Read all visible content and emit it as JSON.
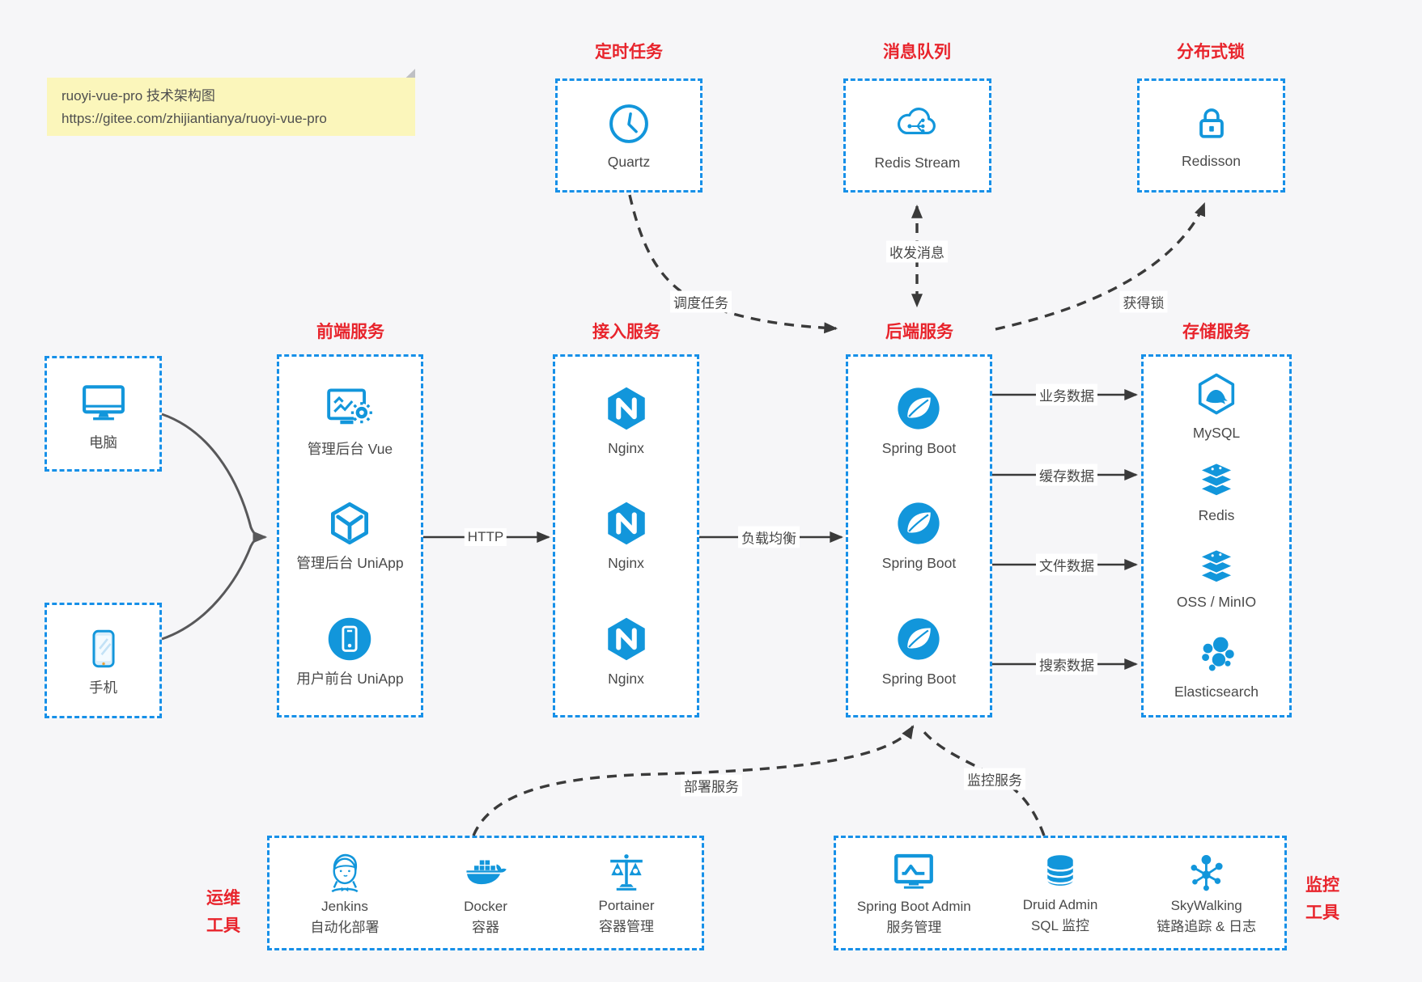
{
  "note": {
    "title": "ruoyi-vue-pro 技术架构图",
    "url": "https://gitee.com/zhijiantianya/ruoyi-vue-pro"
  },
  "colors": {
    "accent_blue": "#1790e8",
    "icon_blue": "#1296db",
    "title_red": "#e8242c",
    "note_bg": "#fbf6bb",
    "line_dark": "#3a3a3a",
    "canvas_bg": "#f6f6f8"
  },
  "top_services": [
    {
      "title": "定时任务",
      "label": "Quartz",
      "icon": "clock-icon"
    },
    {
      "title": "消息队列",
      "label": "Redis Stream",
      "icon": "cloud-queue-icon"
    },
    {
      "title": "分布式锁",
      "label": "Redisson",
      "icon": "lock-icon"
    }
  ],
  "clients": [
    {
      "label": "电脑",
      "icon": "desktop-icon"
    },
    {
      "label": "手机",
      "icon": "phone-icon"
    }
  ],
  "columns": [
    {
      "title": "前端服务",
      "items": [
        {
          "label": "管理后台 Vue",
          "icon": "admin-screen-gear-icon"
        },
        {
          "label": "管理后台 UniApp",
          "icon": "cube-icon"
        },
        {
          "label": "用户前台 UniApp",
          "icon": "mobile-circle-icon"
        }
      ]
    },
    {
      "title": "接入服务",
      "items": [
        {
          "label": "Nginx",
          "icon": "nginx-icon"
        },
        {
          "label": "Nginx",
          "icon": "nginx-icon"
        },
        {
          "label": "Nginx",
          "icon": "nginx-icon"
        }
      ]
    },
    {
      "title": "后端服务",
      "items": [
        {
          "label": "Spring Boot",
          "icon": "spring-icon"
        },
        {
          "label": "Spring Boot",
          "icon": "spring-icon"
        },
        {
          "label": "Spring Boot",
          "icon": "spring-icon"
        }
      ]
    },
    {
      "title": "存储服务",
      "items": [
        {
          "label": "MySQL",
          "icon": "mysql-icon"
        },
        {
          "label": "Redis",
          "icon": "redis-stack-icon"
        },
        {
          "label": "OSS / MinIO",
          "icon": "storage-stack-icon"
        },
        {
          "label": "Elasticsearch",
          "icon": "elasticsearch-icon"
        }
      ]
    }
  ],
  "edges": {
    "http": "HTTP",
    "load_balance": "负载均衡",
    "business_data": "业务数据",
    "cache_data": "缓存数据",
    "file_data": "文件数据",
    "search_data": "搜索数据",
    "schedule_task": "调度任务",
    "send_receive_message": "收发消息",
    "acquire_lock": "获得锁",
    "deploy_service": "部署服务",
    "monitor_service": "监控服务"
  },
  "ops_tools": {
    "side_label_line1": "运维",
    "side_label_line2": "工具",
    "items": [
      {
        "name": "Jenkins",
        "desc": "自动化部署",
        "icon": "jenkins-icon"
      },
      {
        "name": "Docker",
        "desc": "容器",
        "icon": "docker-icon"
      },
      {
        "name": "Portainer",
        "desc": "容器管理",
        "icon": "portainer-icon"
      }
    ]
  },
  "monitor_tools": {
    "side_label_line1": "监控",
    "side_label_line2": "工具",
    "items": [
      {
        "name": "Spring Boot Admin",
        "desc": "服务管理",
        "icon": "monitor-chart-icon"
      },
      {
        "name": "Druid Admin",
        "desc": "SQL 监控",
        "icon": "database-icon"
      },
      {
        "name": "SkyWalking",
        "desc": "链路追踪 & 日志",
        "icon": "topology-icon"
      }
    ]
  }
}
